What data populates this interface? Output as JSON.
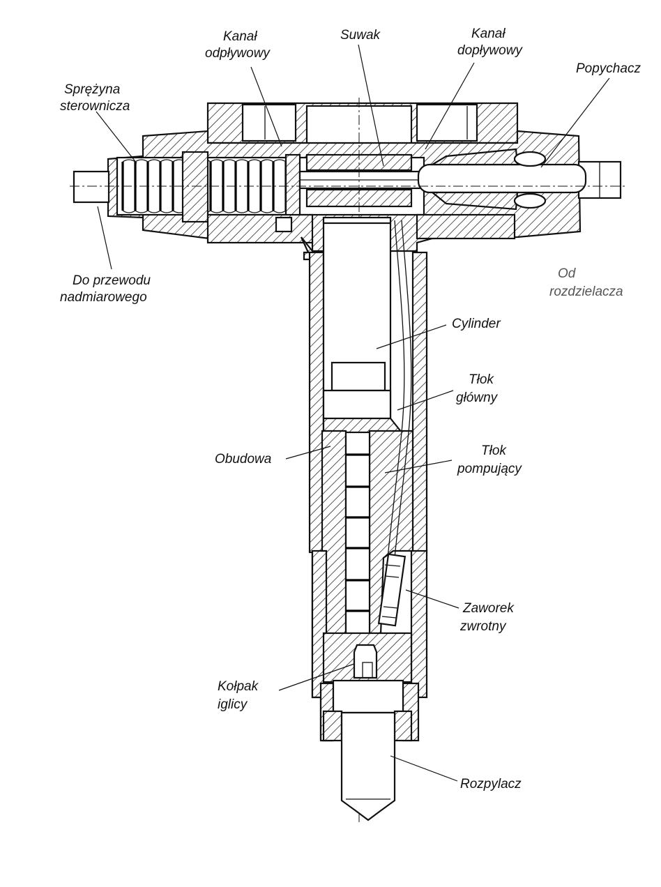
{
  "diagram": {
    "labels": {
      "sprezyna": [
        "Sprężyna",
        "sterownicza"
      ],
      "kanal_odplywowy": [
        "Kanał",
        "odpływowy"
      ],
      "suwak": [
        "Suwak"
      ],
      "kanal_doplywowy": [
        "Kanał",
        "dopływowy"
      ],
      "popychacz": [
        "Popychacz"
      ],
      "do_przewodu": [
        "Do przewodu",
        "nadmiarowego"
      ],
      "od_rozdzielacza": [
        "Od",
        "rozdzielacza"
      ],
      "cylinder": [
        "Cylinder"
      ],
      "tlok_glowny": [
        "Tłok",
        "główny"
      ],
      "obudowa": [
        "Obudowa"
      ],
      "tlok_pompujacy": [
        "Tłok",
        "pompujący"
      ],
      "zaworek": [
        "Zaworek",
        "zwrotny"
      ],
      "kolpak": [
        "Kołpak",
        "iglicy"
      ],
      "rozpylacz": [
        "Rozpylacz"
      ]
    }
  }
}
